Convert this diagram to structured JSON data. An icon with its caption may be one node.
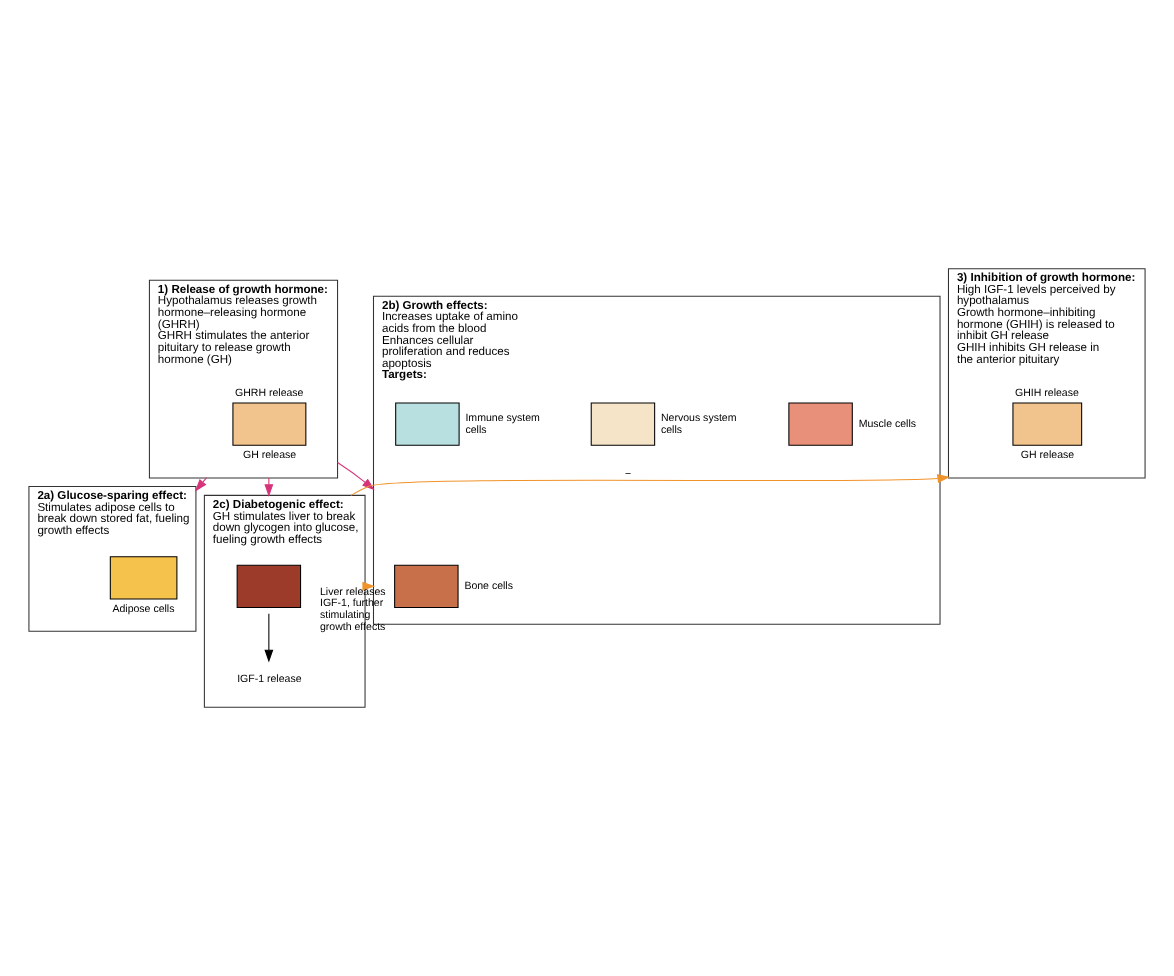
{
  "diagram": {
    "nodes": [
      {
        "text": [
          "1) Release of growth hormone:",
          "Hypothalamus releases growth hormone–releasing hormone (GHRH)",
          "GHRH stimulates the anterior pituitary to release growth hormone (GH)"
        ]
      },
      {
        "text": [],
        "shape": "box",
        "in": 0,
        "beside": [
          "GHRH release",
          "GH release"
        ]
      },
      {
        "text": [
          "3) Inhibition of growth hormone:",
          "High IGF-1 levels perceived by hypothalamus",
          "Growth hormone–inhibiting hormone (GHIH) is released to inhibit GH release",
          "GHIH inhibits GH release in the anterior pituitary"
        ]
      },
      {
        "text": [],
        "shape": "box",
        "in": 2,
        "beside": [
          "GHIH release",
          "GH release"
        ]
      },
      {
        "text": [
          "2a) Glucose-sparing effect:",
          "Stimulates adipose cells to break down stored fat, fueling growth effects"
        ]
      },
      {
        "text": [],
        "shape": "box",
        "in": 4,
        "beside": [
          "Adipose cells"
        ]
      },
      {
        "text": [
          "2b) Growth effects:",
          "Increases uptake of amino acids from the blood",
          "Enhances cellular proliferation and reduces apoptosis",
          "Targets:"
        ]
      },
      {
        "text": [],
        "shape": "box",
        "in": 6,
        "beside": [
          "Bone cells"
        ]
      },
      {
        "text": [],
        "shape": "box",
        "in": 6,
        "beside": [
          "Muscle cells"
        ]
      },
      {
        "text": [],
        "shape": "box",
        "in": 6,
        "beside": [
          "Nervous system cells"
        ]
      },
      {
        "text": [],
        "shape": "box",
        "in": 6,
        "beside": [
          "Immune system cells"
        ]
      },
      {
        "text": [
          "2c) Diabetogenic effect:",
          "GH stimulates liver to break down glycogen into glucose, fueling growth effects"
        ]
      },
      {
        "text": [],
        "shape": "box",
        "in": 11
      },
      {
        "text": [
          "IGF-1 release"
        ],
        "in": 11
      }
    ],
    "edges": [
      {
        "from": 0,
        "to": 4,
        "arrow": "to"
      },
      {
        "from": 0,
        "to": 6,
        "arrow": "to"
      },
      {
        "from": 0,
        "to": 11,
        "arrow": "to"
      },
      {
        "from": 12,
        "to": 13,
        "arrow": "to",
        "color": "#000000"
      },
      {
        "from": 11,
        "to": 6,
        "arrow": "to",
        "label": "Liver releases IGF-1, further stimulating growth effects",
        "color": "#f0932b"
      },
      {
        "from": 11,
        "to": 2,
        "arrow": "to",
        "label": "−",
        "color": "#f0932b"
      }
    ]
  }
}
